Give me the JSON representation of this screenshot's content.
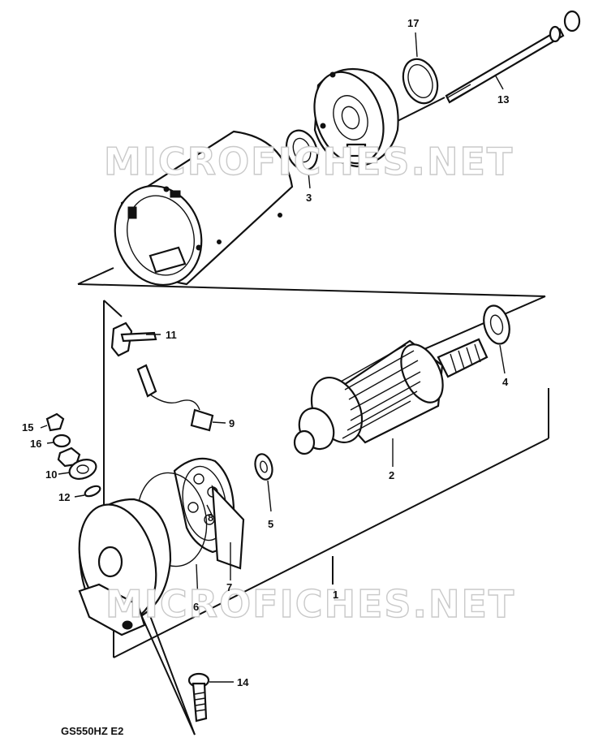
{
  "diagram_code": "GS550HZ E2",
  "watermark": "MICROFICHES.NET",
  "callouts": {
    "p1": "1",
    "p2": "2",
    "p3": "3",
    "p4": "4",
    "p5": "5",
    "p6": "6",
    "p7": "7",
    "p8": "8",
    "p9": "9",
    "p10": "10",
    "p11": "11",
    "p12": "12",
    "p13": "13",
    "p14": "14",
    "p15": "15",
    "p16": "16",
    "p17": "17"
  }
}
